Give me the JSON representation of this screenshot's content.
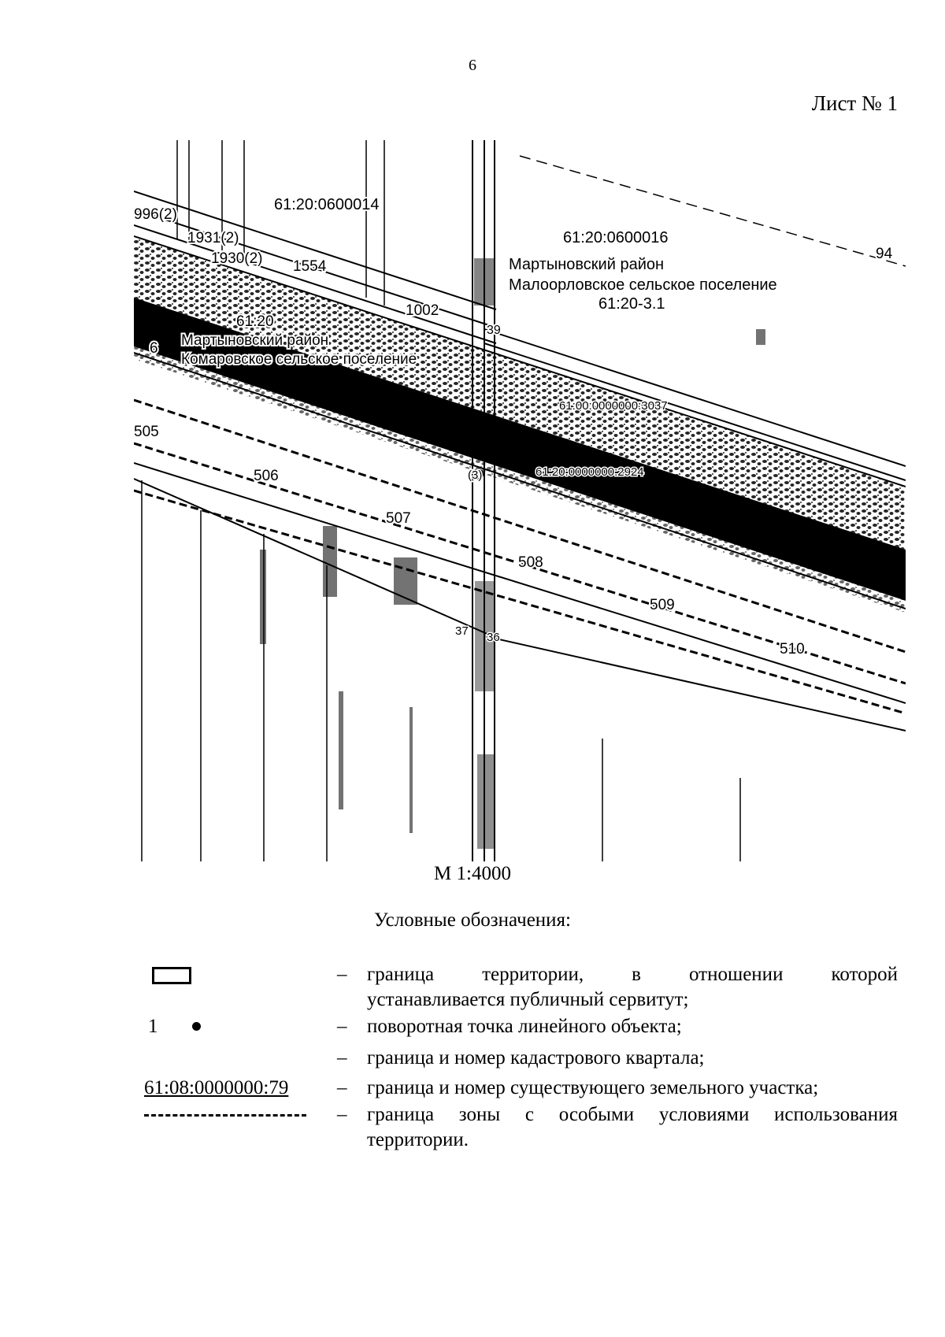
{
  "page_number": "6",
  "sheet_label": "Лист № 1",
  "map": {
    "labels": {
      "q14": "61:20:0600014",
      "q16": "61:20:0600016",
      "p996": "996(2)",
      "p1931": "1931(2)",
      "p1930": "1930(2)",
      "p1554": "1554",
      "p1002": "1002",
      "district_east": "Мартыновский район",
      "settlement_east": "Малоорловское сельское поселение",
      "code_east": "61:20-3.1",
      "p94": "94",
      "pt39": "39",
      "q20_partial": "61:20",
      "district_west": "Мартыновский район",
      "settlement_west": "Комаровское сельское поселение",
      "p6": "6",
      "parcel_3037": "61:00:0000000:3037",
      "parcel_2924": "61:20:0000000:2924",
      "pt505": "505",
      "pt506": "506",
      "pt507": "507",
      "pt508": "508",
      "pt509": "509",
      "pt510": "510",
      "p3": "(3)",
      "p37": "37",
      "p36": "36"
    }
  },
  "scale": "М 1:4000",
  "legend": {
    "title": "Условные обозначения:",
    "dash": "–",
    "point_number": "1",
    "parcel_example": "61:08:0000000:79",
    "items": {
      "boundary_line1": "граница территории, в отношении которой",
      "boundary_line2": "устанавливается публичный сервитут;",
      "turning_point": "поворотная точка линейного объекта;",
      "quarter": "граница и номер кадастрового квартала;",
      "parcel": "граница и номер существующего земельного участка;",
      "zone_line1": "граница зоны с особыми условиями использования",
      "zone_line2": "территории."
    }
  }
}
